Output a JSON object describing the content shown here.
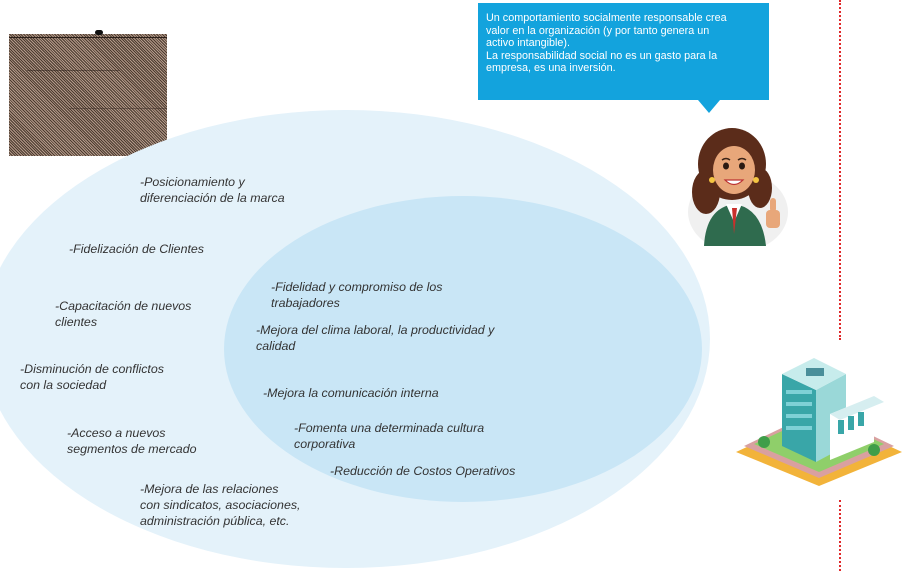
{
  "speech_bubble": {
    "text": "Un comportamiento socialmente responsable crea\nvalor en la organización (y por tanto genera un\nactivo intangible).\nLa responsabilidad social no es un gasto para la\nempresa, es una inversión."
  },
  "outer_items": [
    "-Posicionamiento y\ndiferenciación de la marca",
    "-Fidelización de Clientes",
    "-Capacitación de nuevos\nclientes",
    "-Disminución de conflictos\ncon la sociedad",
    "-Acceso a nuevos\nsegmentos de mercado",
    "-Mejora de las relaciones\ncon sindicatos, asociaciones,\nadministración pública, etc."
  ],
  "inner_items": [
    "-Fidelidad y compromiso de los\ntrabajadores",
    "-Mejora del clima laboral, la productividad y\ncalidad",
    "-Mejora la comunicación interna",
    "-Fomenta una determinada cultura\ncorporativa",
    "-Reducción de Costos Operativos"
  ],
  "colors": {
    "outer_ellipse": "#e4f2fa",
    "inner_ellipse": "#c9e6f6",
    "bubble": "#13a3dd",
    "divider": "#e0282a"
  },
  "icons": {
    "character": "woman-thumbs-up-illustration",
    "building": "office-building-illustration"
  }
}
